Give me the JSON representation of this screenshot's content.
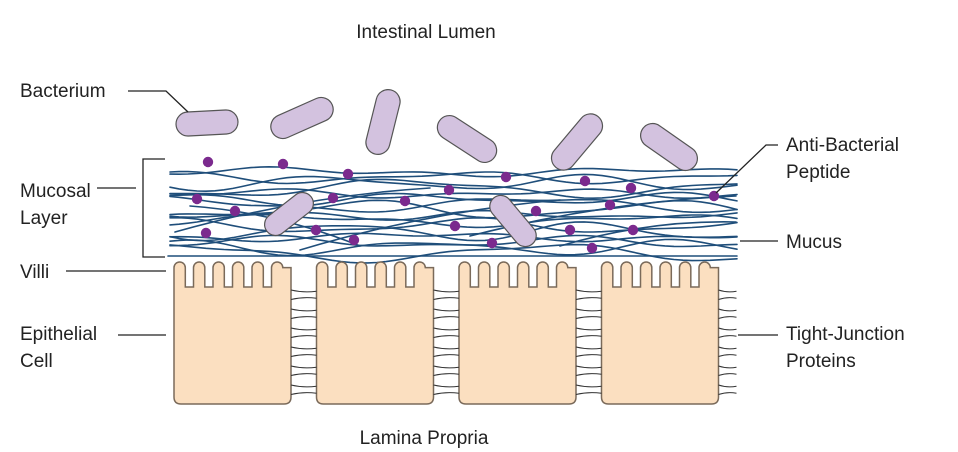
{
  "labels": {
    "intestinal_lumen": "Intestinal Lumen",
    "lamina_propria": "Lamina Propria",
    "bacterium": "Bacterium",
    "mucosal_layer_line1": "Mucosal",
    "mucosal_layer_line2": "Layer",
    "villi": "Villi",
    "epithelial_cell_line1": "Epithelial",
    "epithelial_cell_line2": "Cell",
    "anti_bacterial_peptide_line1": "Anti-Bacterial",
    "anti_bacterial_peptide_line2": "Peptide",
    "mucus": "Mucus",
    "tight_junction_line1": "Tight-Junction",
    "tight_junction_line2": "Proteins"
  },
  "colors": {
    "bacterium_fill": "#d3c2df",
    "bacterium_stroke": "#555555",
    "peptide": "#7b2a8e",
    "mucus_fiber": "#1f4e7a",
    "cell_fill": "#fbdfc0",
    "cell_stroke": "#7a6a5a",
    "label_text": "#222222"
  },
  "counts": {
    "epithelial_cells": 4,
    "villi_per_cell": 6
  }
}
